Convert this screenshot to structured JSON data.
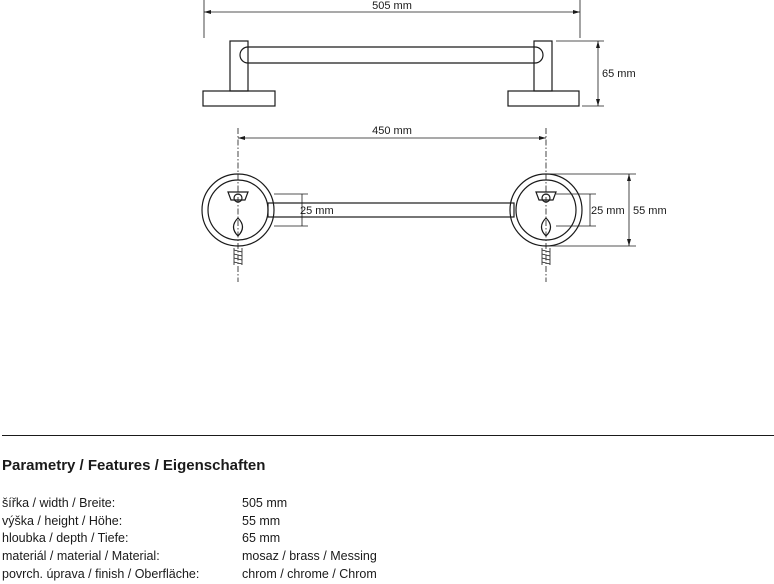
{
  "dimensions": {
    "total_width": "505 mm",
    "height": "65 mm",
    "hole_spacing": "450 mm",
    "left_tube": "25 mm",
    "right_tube": "25 mm",
    "depth": "55 mm"
  },
  "features": {
    "heading": "Parametry / Features / Eigenschaften",
    "rows": [
      {
        "label": "šířka / width / Breite:",
        "value": "505 mm"
      },
      {
        "label": "výška / height / Höhe:",
        "value": "55 mm"
      },
      {
        "label": "hloubka / depth / Tiefe:",
        "value": "65 mm"
      },
      {
        "label": "materiál / material / Material:",
        "value": "mosaz / brass / Messing"
      },
      {
        "label": "povrch. úprava / finish / Oberfläche:",
        "value": "chrom / chrome / Chrom"
      }
    ]
  }
}
